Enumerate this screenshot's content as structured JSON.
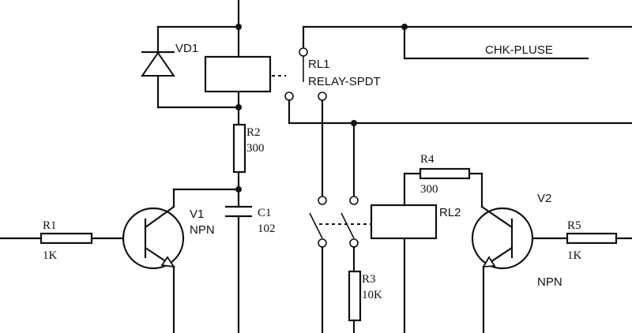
{
  "labels": {
    "vd1": "VD1",
    "rl1": "RL1",
    "rl1_type": "RELAY-SPDT",
    "chk": "CHK-PLUSE",
    "r2": "R2",
    "r2_val": "300",
    "r1": "R1",
    "r1_val": "1K",
    "v1": "V1",
    "v1_type": "NPN",
    "c1": "C1",
    "c1_val": "102",
    "r4": "R4",
    "r4_val": "300",
    "rl2": "RL2",
    "v2": "V2",
    "r5": "R5",
    "r5_val": "1K",
    "v2_type": "NPN",
    "r3": "R3",
    "r3_val": "10K"
  }
}
